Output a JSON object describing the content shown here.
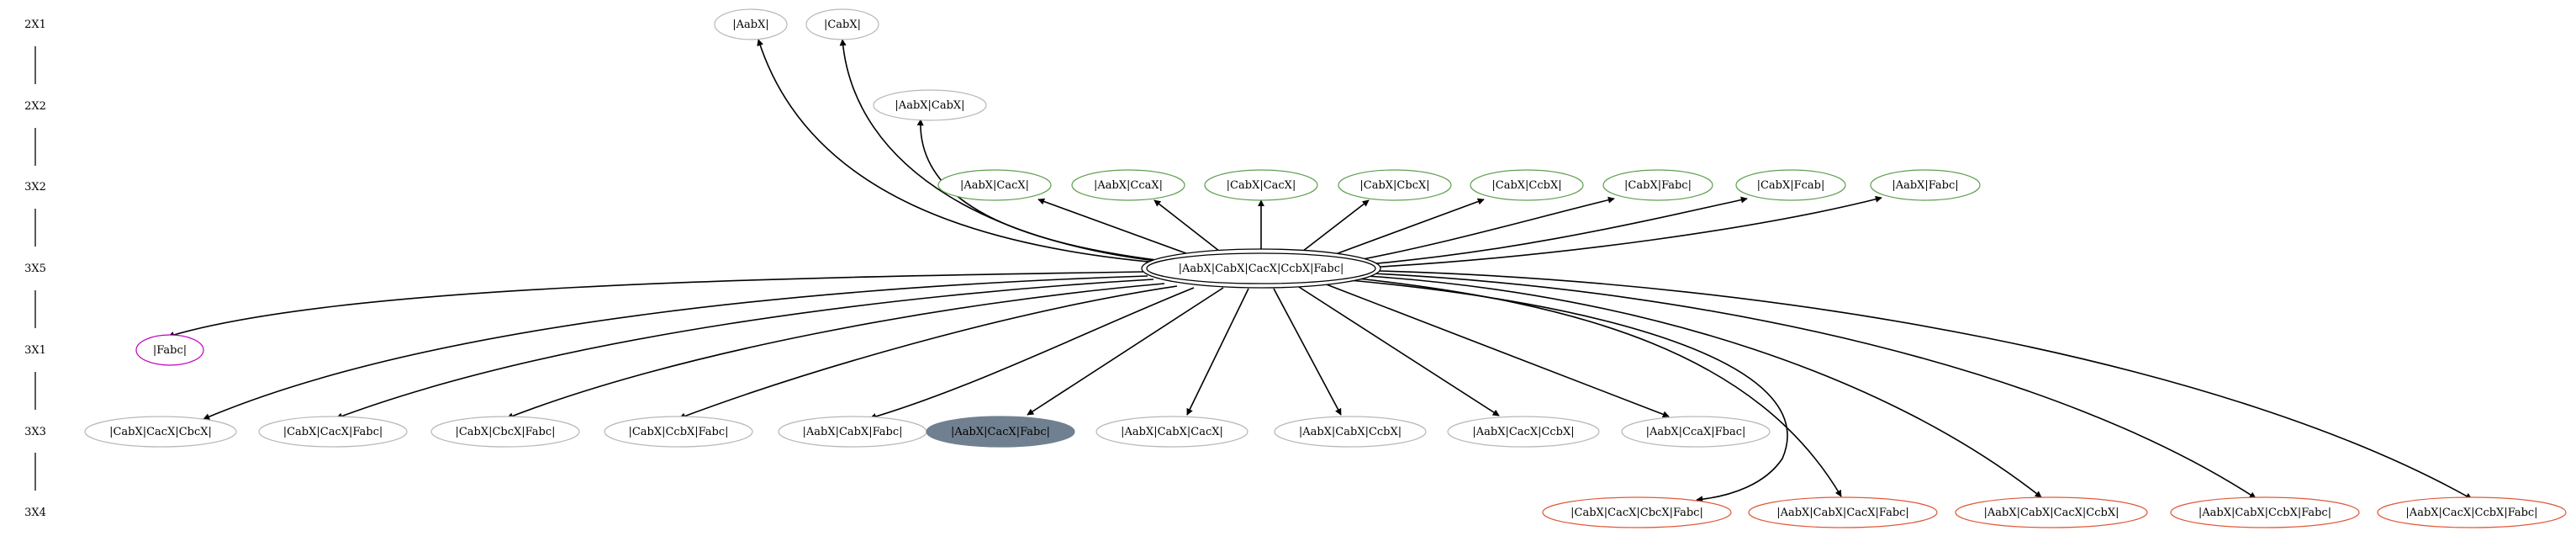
{
  "ranks": [
    {
      "id": "r0",
      "label": "2X1"
    },
    {
      "id": "r1",
      "label": "2X2"
    },
    {
      "id": "r2",
      "label": "3X2"
    },
    {
      "id": "r3",
      "label": "3X5"
    },
    {
      "id": "r4",
      "label": "3X1"
    },
    {
      "id": "r5",
      "label": "3X3"
    },
    {
      "id": "r6",
      "label": "3X4"
    }
  ],
  "colors": {
    "gray": "#b8b8b8",
    "green": "#5f9f4f",
    "magenta": "#c000c0",
    "red": "#e05a3a",
    "selected_fill": "#708090",
    "edge": "#000000"
  },
  "center": {
    "id": "c",
    "label": "|AabX|CabX|CacX|CcbX|Fabc|"
  },
  "nodes": [
    {
      "id": "n_aabx",
      "label": "|AabX|",
      "style": "gray"
    },
    {
      "id": "n_cabx",
      "label": "|CabX|",
      "style": "gray"
    },
    {
      "id": "n_aabx_cabx",
      "label": "|AabX|CabX|",
      "style": "gray"
    },
    {
      "id": "g1",
      "label": "|AabX|CacX|",
      "style": "green"
    },
    {
      "id": "g2",
      "label": "|AabX|CcaX|",
      "style": "green"
    },
    {
      "id": "g3",
      "label": "|CabX|CacX|",
      "style": "green"
    },
    {
      "id": "g4",
      "label": "|CabX|CbcX|",
      "style": "green"
    },
    {
      "id": "g5",
      "label": "|CabX|CcbX|",
      "style": "green"
    },
    {
      "id": "g6",
      "label": "|CabX|Fabc|",
      "style": "green"
    },
    {
      "id": "g7",
      "label": "|CabX|Fcab|",
      "style": "green"
    },
    {
      "id": "g8",
      "label": "|AabX|Fabc|",
      "style": "green"
    },
    {
      "id": "m1",
      "label": "|Fabc|",
      "style": "magenta"
    },
    {
      "id": "b1",
      "label": "|CabX|CacX|CbcX|",
      "style": "gray"
    },
    {
      "id": "b2",
      "label": "|CabX|CacX|Fabc|",
      "style": "gray"
    },
    {
      "id": "b3",
      "label": "|CabX|CbcX|Fabc|",
      "style": "gray"
    },
    {
      "id": "b4",
      "label": "|CabX|CcbX|Fabc|",
      "style": "gray"
    },
    {
      "id": "b5",
      "label": "|AabX|CabX|Fabc|",
      "style": "gray"
    },
    {
      "id": "b6",
      "label": "|AabX|CacX|Fabc|",
      "style": "selected"
    },
    {
      "id": "b7",
      "label": "|AabX|CabX|CacX|",
      "style": "gray"
    },
    {
      "id": "b8",
      "label": "|AabX|CabX|CcbX|",
      "style": "gray"
    },
    {
      "id": "b9",
      "label": "|AabX|CacX|CcbX|",
      "style": "gray"
    },
    {
      "id": "b10",
      "label": "|AabX|CcaX|Fbac|",
      "style": "gray"
    },
    {
      "id": "rd1",
      "label": "|CabX|CacX|CbcX|Fabc|",
      "style": "red"
    },
    {
      "id": "rd2",
      "label": "|AabX|CabX|CacX|Fabc|",
      "style": "red"
    },
    {
      "id": "rd3",
      "label": "|AabX|CabX|CacX|CcbX|",
      "style": "red"
    },
    {
      "id": "rd4",
      "label": "|AabX|CabX|CcbX|Fabc|",
      "style": "red"
    },
    {
      "id": "rd5",
      "label": "|AabX|CacX|CcbX|Fabc|",
      "style": "red"
    }
  ]
}
